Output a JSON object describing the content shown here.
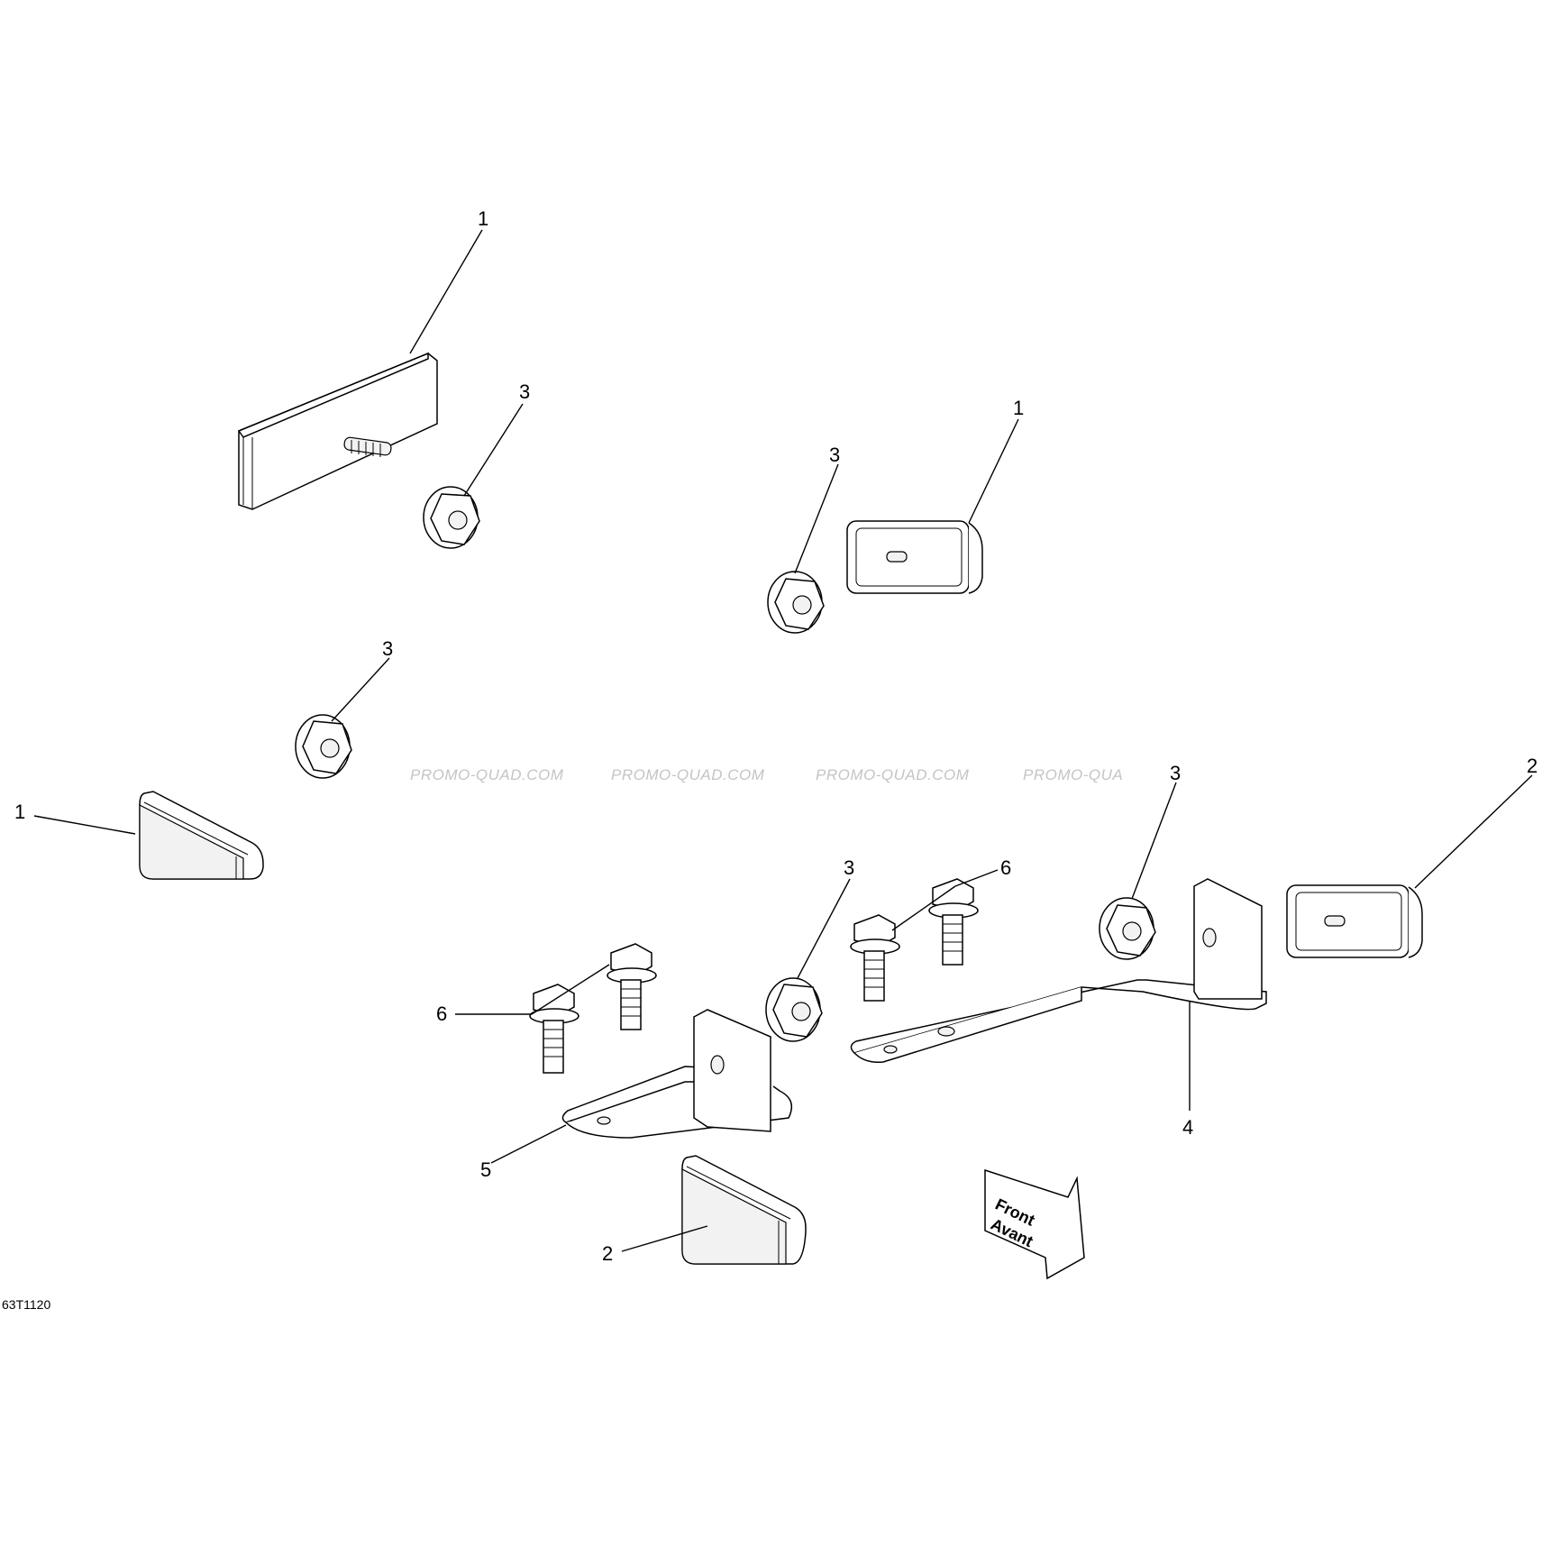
{
  "diagram": {
    "reference": "63T1120",
    "watermark": [
      "PROMO-QUAD.COM",
      "PROMO-QUAD.COM",
      "PROMO-QUAD.COM",
      "PROMO-QUA"
    ],
    "direction_arrow": {
      "line1": "Front",
      "line2": "Avant"
    },
    "callouts": [
      {
        "label": "1"
      },
      {
        "label": "3"
      },
      {
        "label": "1"
      },
      {
        "label": "3"
      },
      {
        "label": "3"
      },
      {
        "label": "1"
      },
      {
        "label": "2"
      },
      {
        "label": "3"
      },
      {
        "label": "3"
      },
      {
        "label": "6"
      },
      {
        "label": "6"
      },
      {
        "label": "4"
      },
      {
        "label": "5"
      },
      {
        "label": "2"
      }
    ]
  }
}
